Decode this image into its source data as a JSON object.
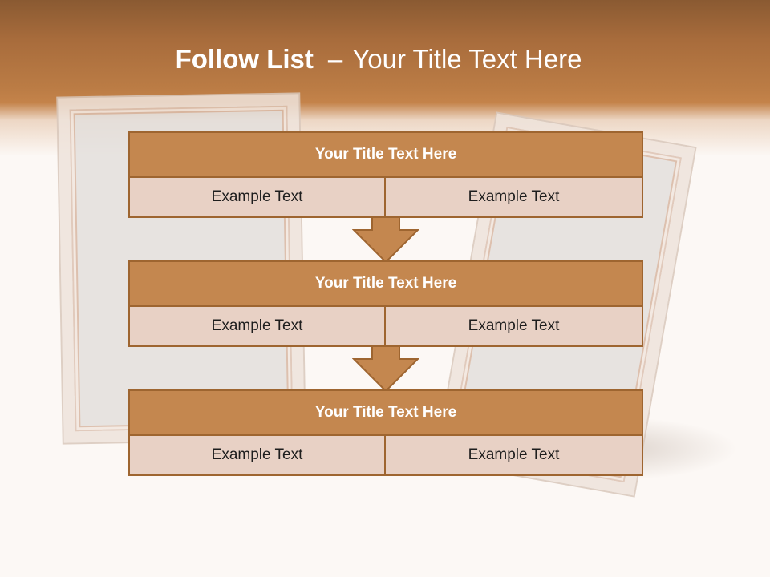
{
  "slide": {
    "title_bold": "Follow List",
    "title_dash": "–",
    "title_rest": "Your Title Text Here"
  },
  "stages": [
    {
      "title": "Your Title Text Here",
      "left": "Example Text",
      "right": "Example Text"
    },
    {
      "title": "Your Title Text Here",
      "left": "Example Text",
      "right": "Example Text"
    },
    {
      "title": "Your Title Text Here",
      "left": "Example Text",
      "right": "Example Text"
    }
  ],
  "colors": {
    "header": "#b8783f",
    "stage_title_fill": "#c4874f",
    "stage_border": "#9e6530",
    "cell_fill": "#e8d1c5",
    "background": "#fcf8f5"
  }
}
